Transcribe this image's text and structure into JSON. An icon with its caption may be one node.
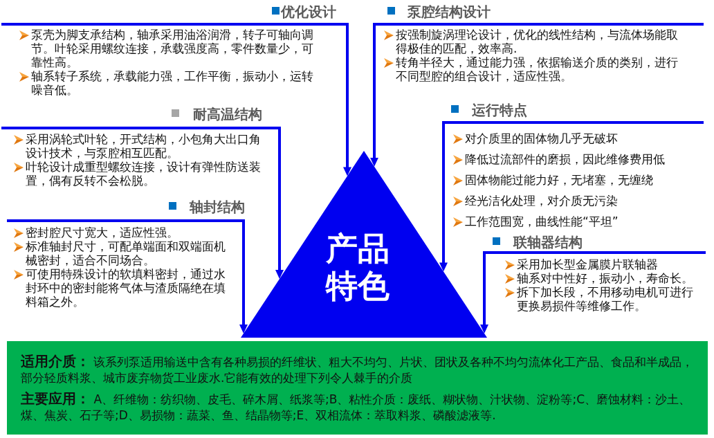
{
  "diagram": {
    "nodes": [
      {
        "text": [
          "优化设计",
          "泵壳为脚支承结构，轴承采用油浴润滑，转子可轴向调节。叶轮采用螺纹连接，承载强度高，零件数量少，可靠性高。",
          "轴系转子系统，承载能力强，工作平衡，振动小，运转噪音低。"
        ]
      },
      {
        "text": [
          "泵腔结构设计",
          "按强制旋涡理论设计，优化的线性结构，与流体场能取得极佳的匹配，效率高.",
          "转角半径大，通过能力强，依据输送介质的类别，进行不同型腔的组合设计，适应性强。"
        ]
      },
      {
        "text": [
          "耐高温结构",
          "采用涡轮式叶轮，开式结构，小包角大出口角设计技术，与泵腔相互匹配。",
          "叶轮设计成重型螺纹连接，设计有弹性防送装置，偶有反转不会松脱。"
        ]
      },
      {
        "text": [
          "运行特点",
          "对介质里的固体物几乎无破坏",
          "降低过流部件的磨损，因此维修费用低",
          "固体物能过能力好，无堵塞，无缠绕",
          "经光洁化处理，对介质无污染",
          "工作范围宽，曲线性能“平坦”"
        ]
      },
      {
        "text": [
          "轴封结构",
          "密封腔尺寸宽大，适应性强。",
          "标准轴封尺寸，可配单端面和双端面机械密封，适合不同场合。",
          "可使用特殊设计的软填料密封，通过水封环中的密封能将气体与渣质隔绝在填料箱之外。"
        ]
      },
      {
        "text": [
          "联轴器结构",
          "采用加长型金属膜片联轴器",
          "轴系对中性好，振动小，寿命长。",
          "拆下加长段，不用移动电机可进行更换易损件等维修工作。"
        ]
      },
      {
        "text": [
          "产品特色"
        ]
      },
      {
        "text": [
          "**适用介质：** 该系列泵适用输送中含有各种易损的纤维状、粗大不均匀、片状、团状及各种不均匀流体化工产品、食品和半成品，部分轻质料浆、城市废弃物货工业废水.它能有效的处理下列令人棘手的介质",
          "**主要应用：** A、纤维物：纺织物、皮毛、碎木屑、纸浆等;B、粘性介质：废纸、糊状物、汁状物、淀粉等;C、磨蚀材料：沙土、煤、焦炭、石子等;D、易损物：蔬菜、鱼、结晶物等;E、双相流体：萃取料浆、磷酸滤液等."
        ]
      }
    ],
    "edges": [
      {
        "from": 0,
        "to": 6,
        "arrow": "to"
      },
      {
        "from": 1,
        "to": 6,
        "arrow": "to"
      },
      {
        "from": 2,
        "to": 6,
        "arrow": "to"
      },
      {
        "from": 3,
        "to": 6,
        "arrow": "to"
      },
      {
        "from": 4,
        "to": 6,
        "arrow": "to"
      },
      {
        "from": 5,
        "to": 6,
        "arrow": "to"
      }
    ]
  }
}
